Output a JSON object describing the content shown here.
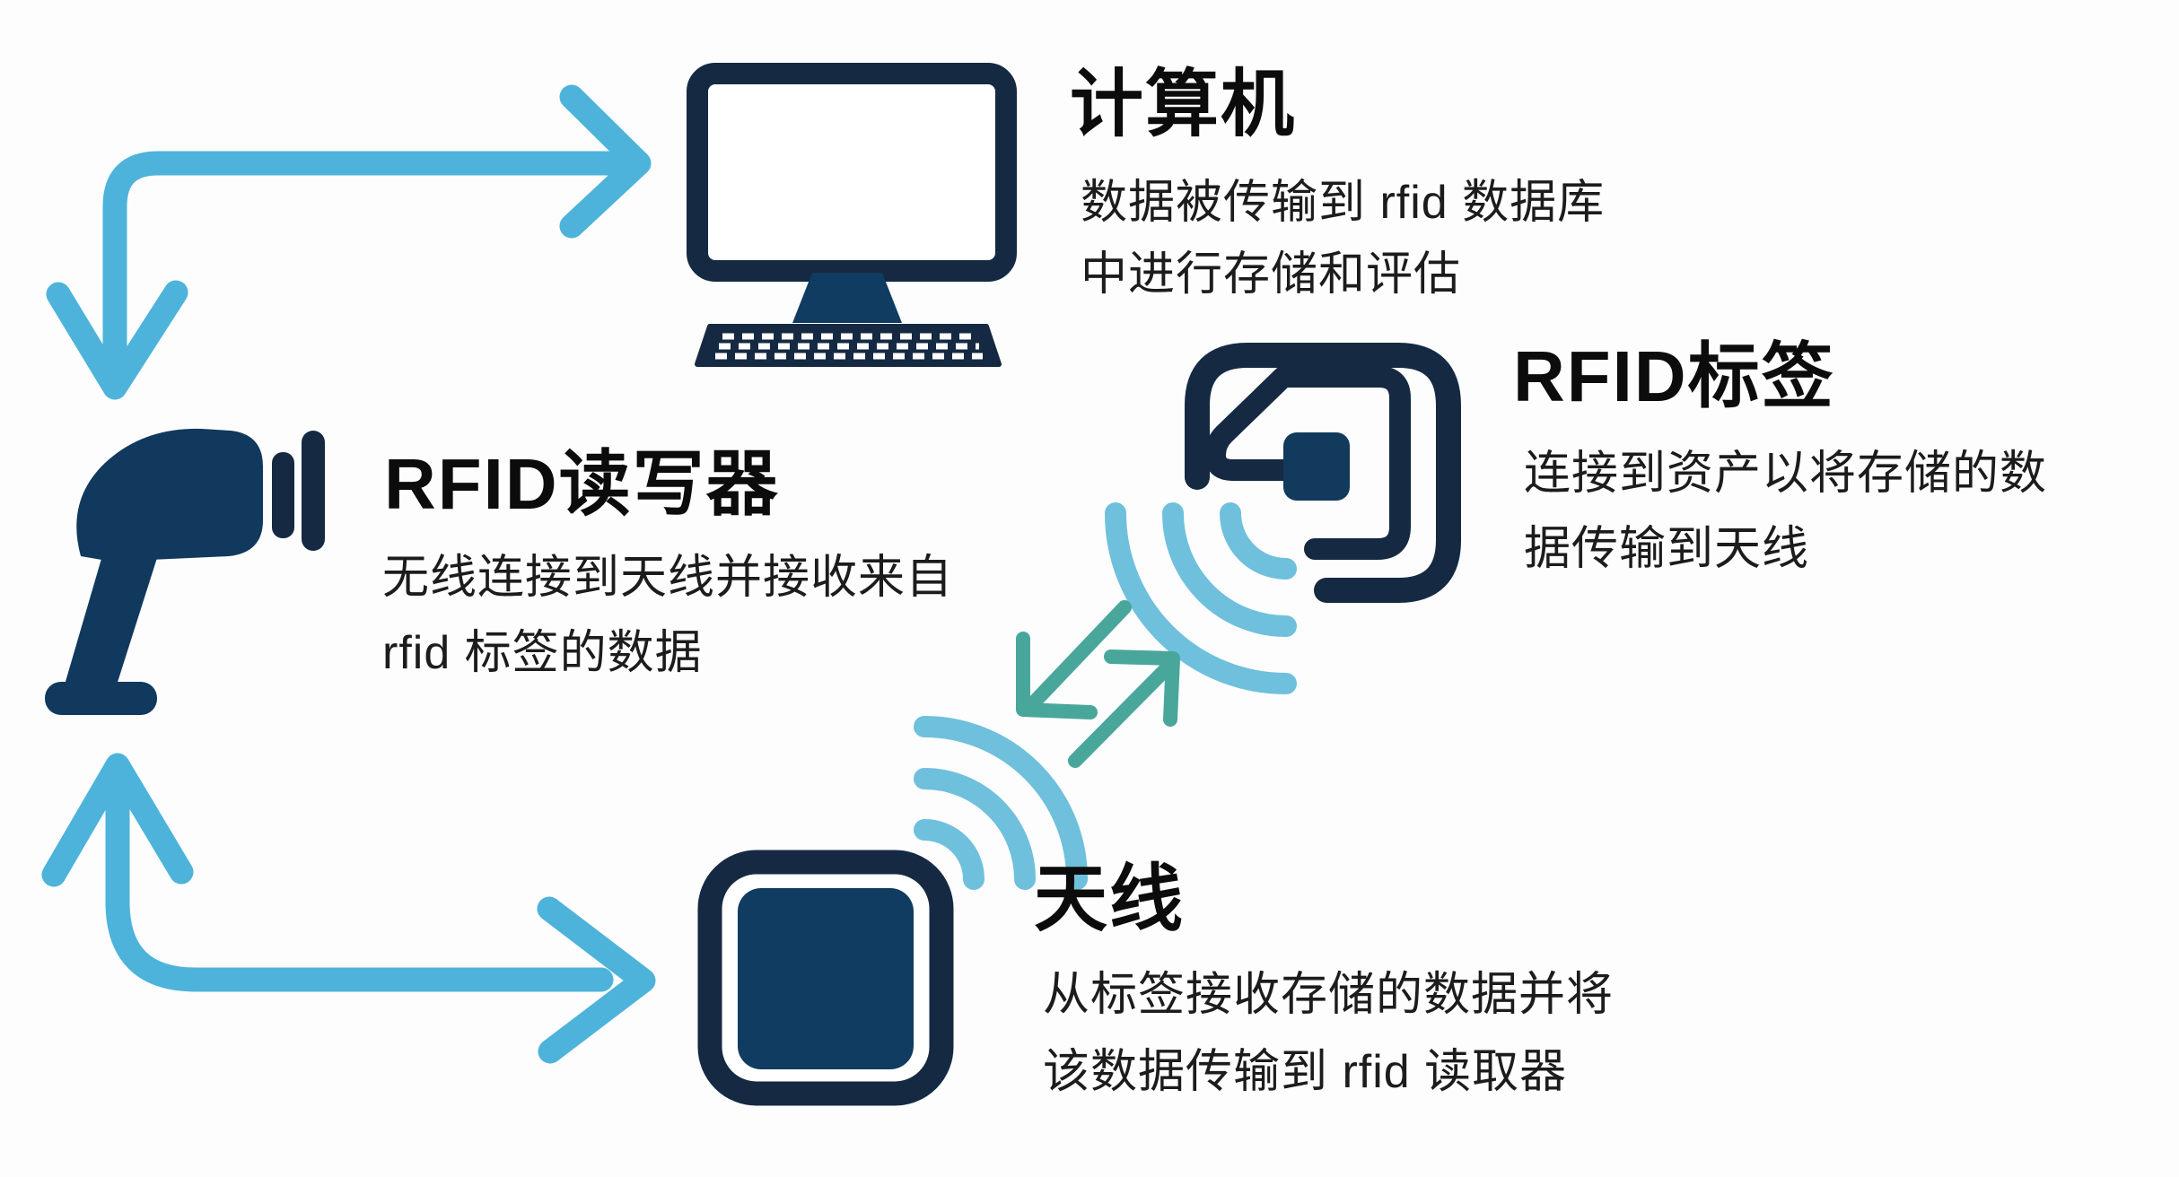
{
  "diagram_title": "RFID system workflow diagram",
  "colors": {
    "background": "#fdfdfe",
    "icon_navy_dark": "#152a42",
    "icon_navy_mid": "#0f3c60",
    "arrow_blue": "#4db3da",
    "exchange_teal": "#49a69b",
    "wave_blue": "#6fc0dc",
    "text": "#0c0c0c"
  },
  "nodes": {
    "computer": {
      "title": "计算机",
      "desc_line1": "数据被传输到 rfid 数据库",
      "desc_line2": "中进行存储和评估"
    },
    "rfid_tag": {
      "title": "RFID标签",
      "desc_line1": "连接到资产以将存储的数",
      "desc_line2": "据传输到天线"
    },
    "rfid_reader": {
      "title": "RFID读写器",
      "desc_line1": "无线连接到天线并接收来自",
      "desc_line2": "rfid 标签的数据"
    },
    "antenna": {
      "title": "天线",
      "desc_line1": "从标签接收存储的数据并将",
      "desc_line2": "该数据传输到 rfid 读取器"
    }
  },
  "icons": {
    "computer": "desktop-monitor-with-keyboard",
    "rfid_reader": "handheld-scanner-gun-with-signal-bars",
    "rfid_tag": "rfid-tag-coil-with-chip",
    "antenna": "antenna-pad-rounded-square",
    "tag_waves": "wifi-waves-pointing-down-left",
    "antenna_waves": "wifi-waves-pointing-up-right",
    "exchange": "bidirectional-diagonal-arrows"
  },
  "connections": [
    {
      "from": "rfid_reader",
      "to": "computer",
      "style": "elbow-double-headed-arrow"
    },
    {
      "from": "antenna",
      "to": "rfid_reader",
      "style": "elbow-double-headed-arrow"
    },
    {
      "from": "antenna",
      "to": "rfid_tag",
      "style": "wireless-signal-exchange"
    }
  ]
}
